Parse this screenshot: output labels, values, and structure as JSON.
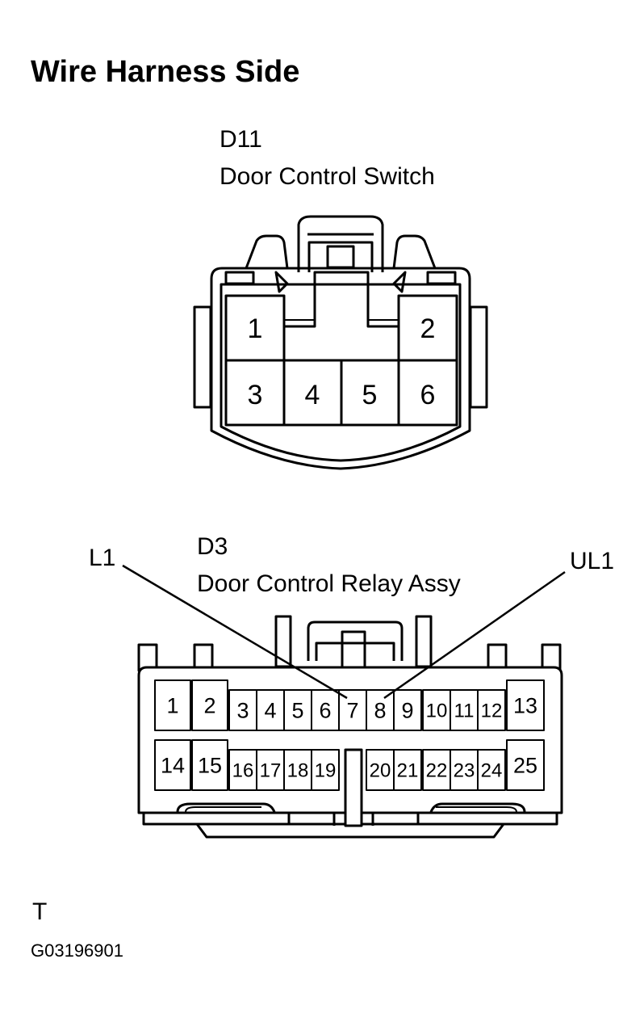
{
  "title": "Wire Harness Side",
  "connectors": {
    "d11": {
      "code": "D11",
      "name": "Door Control Switch",
      "pins": [
        "1",
        "2",
        "3",
        "4",
        "5",
        "6"
      ]
    },
    "d3": {
      "code": "D3",
      "name": "Door Control Relay Assy",
      "pins": [
        "1",
        "2",
        "3",
        "4",
        "5",
        "6",
        "7",
        "8",
        "9",
        "10",
        "11",
        "12",
        "13",
        "14",
        "15",
        "16",
        "17",
        "18",
        "19",
        "20",
        "21",
        "22",
        "23",
        "24",
        "25"
      ],
      "callouts": [
        "L1",
        "UL1"
      ]
    }
  },
  "footer": {
    "mark": "T",
    "figure_id": "G03196901"
  }
}
